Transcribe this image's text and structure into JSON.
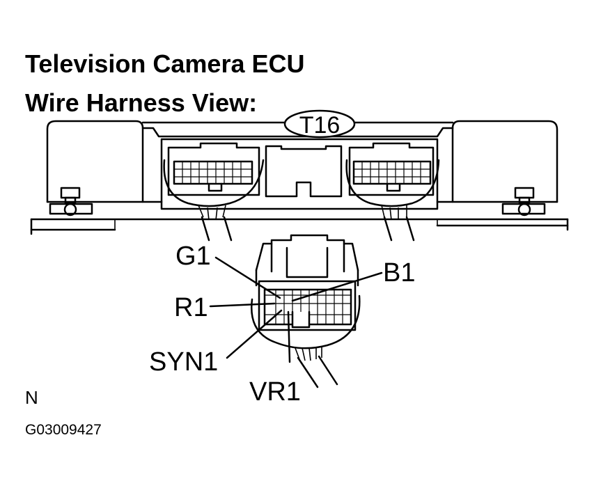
{
  "title": {
    "line1": "Television Camera ECU",
    "line2": "Wire Harness View:"
  },
  "connector_code": "T16",
  "terminals": {
    "g1": "G1",
    "b1": "B1",
    "r1": "R1",
    "syn1": "SYN1",
    "vr1": "VR1"
  },
  "north_marker": "N",
  "figure_id": "G03009427"
}
